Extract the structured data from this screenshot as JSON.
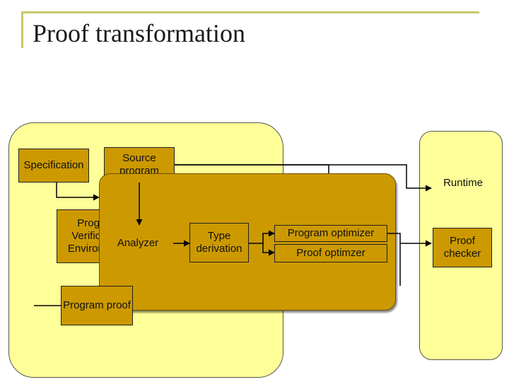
{
  "slide": {
    "title": "Proof transformation"
  },
  "nodes": {
    "specification": "Specification",
    "source_program": "Source program",
    "verification_env": "Program Verification Environment",
    "analyzer": "Analyzer",
    "type_derivation": "Type derivation",
    "program_optimizer": "Program optimizer",
    "proof_optimizer": "Proof optimzer",
    "program_proof": "Program proof",
    "runtime": "Runtime",
    "proof_checker": "Proof checker"
  },
  "colors": {
    "zone": "#ffff99",
    "box": "#cc9900",
    "line": "#000000"
  }
}
